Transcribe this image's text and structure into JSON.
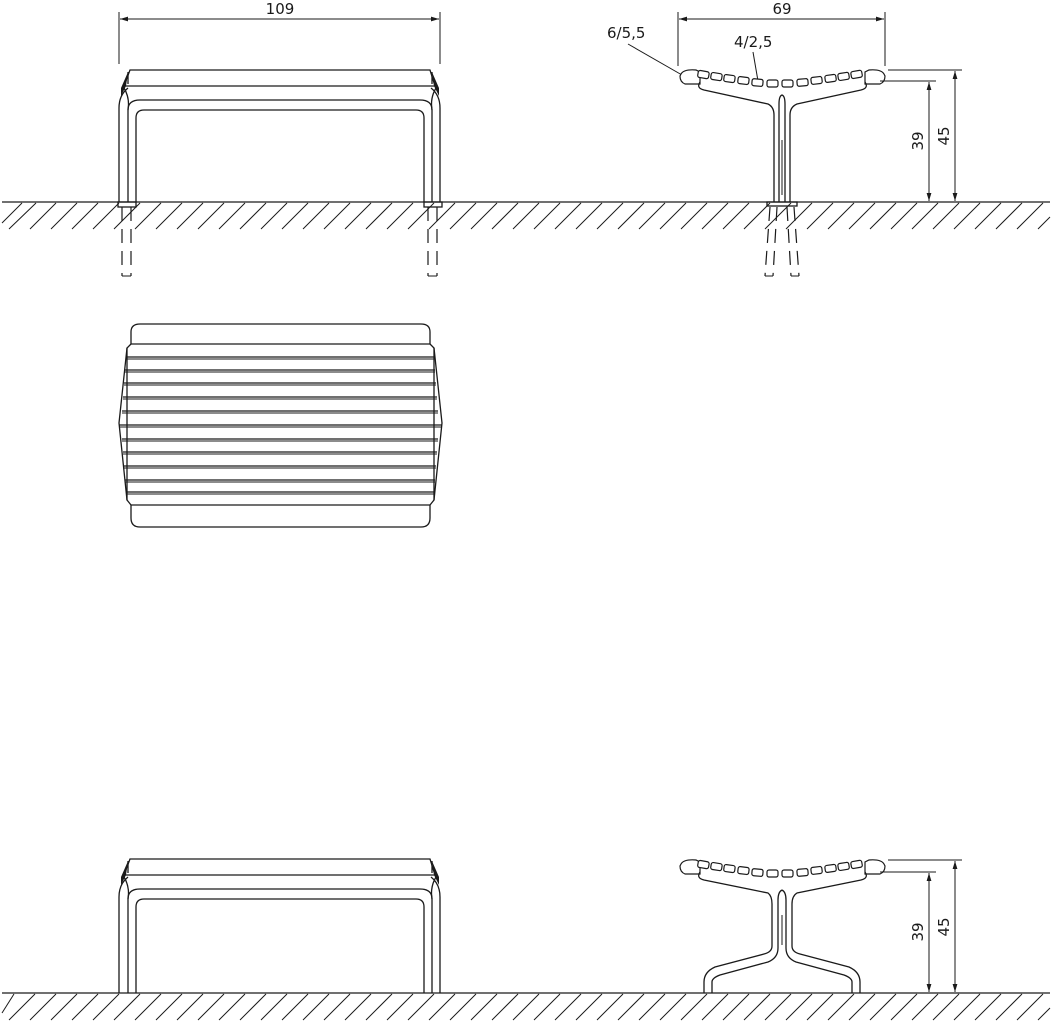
{
  "drawing": {
    "subject": "Bench technical drawing",
    "views": [
      {
        "id": "front-view-anchored",
        "label": "Front elevation (in-ground anchored)"
      },
      {
        "id": "side-view-anchored",
        "label": "Side elevation (in-ground anchored)"
      },
      {
        "id": "top-view",
        "label": "Plan view (slatted seat)"
      },
      {
        "id": "front-view-surface",
        "label": "Front elevation (surface mounted)"
      },
      {
        "id": "side-view-surface",
        "label": "Side elevation (surface mounted)"
      }
    ],
    "dimensions": {
      "length": "109",
      "depth": "69",
      "end_slat": "6/5,5",
      "mid_slat": "4/2,5",
      "seat_height_top_view": "39",
      "overall_height_top_view": "45",
      "seat_height_bottom_view": "39",
      "overall_height_bottom_view": "45"
    },
    "colors": {
      "line": "#1a1a1a",
      "background": "#ffffff"
    }
  }
}
